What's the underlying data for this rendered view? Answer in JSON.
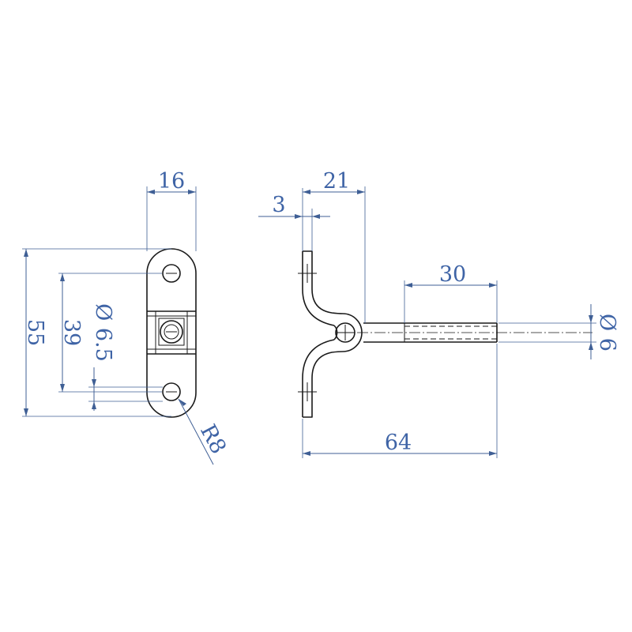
{
  "dimensions": {
    "width_16": "16",
    "height_55": "55",
    "hole_spacing_39": "39",
    "hole_diameter": "Ø 6.5",
    "radius": "R8",
    "thickness_3": "3",
    "offset_21": "21",
    "thread_length_30": "30",
    "rod_diameter": "Ø 6",
    "overall_length_64": "64"
  },
  "colors": {
    "part_line": "#1a1a1a",
    "dimension_line": "#3f5f95",
    "dimension_text": "#3f64a6",
    "background": "#ffffff"
  }
}
